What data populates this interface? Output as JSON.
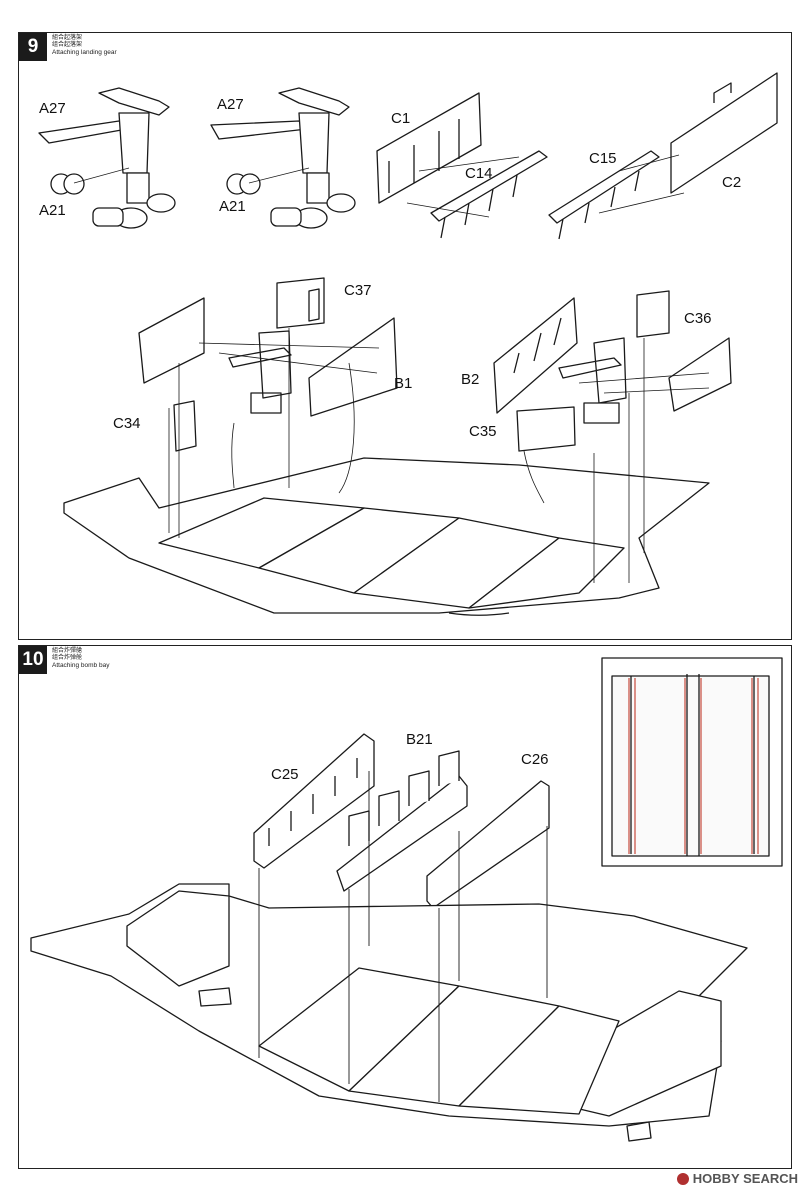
{
  "step9": {
    "number": "9",
    "caption_cn_1": "組合起落架",
    "caption_cn_2": "组合起落架",
    "caption_en": "Attaching landing gear",
    "labels": {
      "a27_left": "A27",
      "a21_left": "A21",
      "a27_right": "A27",
      "a21_right": "A21",
      "c1": "C1",
      "c14": "C14",
      "c15": "C15",
      "c2": "C2",
      "c37": "C37",
      "c36": "C36",
      "b1": "B1",
      "b2": "B2",
      "c34": "C34",
      "c35": "C35"
    }
  },
  "step10": {
    "number": "10",
    "caption_cn_1": "組合炸彈艙",
    "caption_cn_2": "组合炸弹舱",
    "caption_en": "Attaching bomb bay",
    "labels": {
      "c25": "C25",
      "b21": "B21",
      "c26": "C26"
    }
  },
  "watermark": "HOBBY SEARCH",
  "colors": {
    "line": "#1a1a1a",
    "detail_red": "#c0392b",
    "step_bg": "#1b1b1b"
  }
}
